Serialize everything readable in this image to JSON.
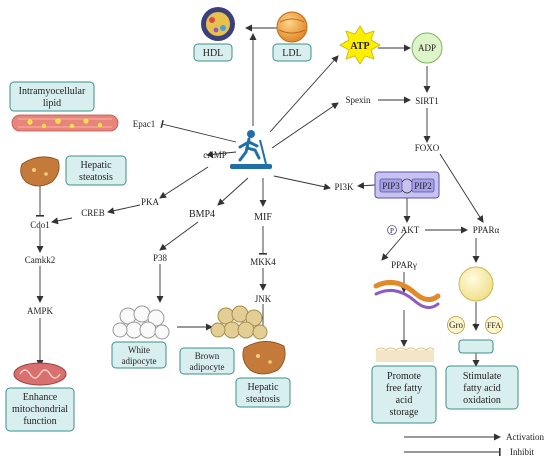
{
  "nodes": {
    "hdl": "HDL",
    "ldl": "LDL",
    "atp": "ATP",
    "adp": "ADP",
    "intramyocellular_lipid": [
      "Intramyocellular",
      "lipid"
    ],
    "epac1": "Epac1",
    "spexin": "Spexin",
    "sirt1": "SIRT1",
    "camp": "cAMP",
    "hepatic_steatosis_top": [
      "Hepatic",
      "steatosis"
    ],
    "foxo": "FOXO",
    "pka": "PKA",
    "creb": "CREB",
    "cdo1": "Cdo1",
    "bmp4": "BMP4",
    "mif": "MIF",
    "pi3k": "PI3K",
    "pip3": "PIP3",
    "pip2": "PIP2",
    "p_badge": "P",
    "akt": "AKT",
    "ppara": "PPARα",
    "camkk2": "Camkk2",
    "p38": "P38",
    "mkk4": "MKK4",
    "pparg": "PPARγ",
    "ampk": "AMPK",
    "jnk": "JNK",
    "white_adipocyte": [
      "White",
      "adipocyte"
    ],
    "brown_adipocyte": [
      "Brown",
      "adipocyte"
    ],
    "gro": "Gro",
    "plus": "+",
    "ffa": "FFA",
    "enhance_mito": [
      "Enhance",
      "mitochondrial",
      "function"
    ],
    "hepatic_steatosis_bottom": [
      "Hepatic",
      "steatosis"
    ],
    "promote_ffa": [
      "Promote",
      "free fatty",
      "acid",
      "storage"
    ],
    "stimulate_ffa": [
      "Stimulate",
      "fatty acid",
      "oxidation"
    ]
  },
  "legend": {
    "activation": "Activation",
    "inhibit": "Inhibit"
  },
  "colors": {
    "box_fill": "#d9efef",
    "box_border": "#3d8f8a",
    "atp_star": "#ffee00",
    "adp_circle": "#ddf5c8",
    "runner": "#1f6fa8",
    "liver": "#c47a3a",
    "pip_box": "#c7c2f0"
  },
  "icons": [
    "hdl-particle-icon",
    "ldl-particle-icon",
    "muscle-fiber-icon",
    "liver-icon",
    "runner-treadmill-icon",
    "adipocyte-cluster-icon",
    "mitochondrion-icon",
    "dna-strand-icon",
    "lipid-droplet-icon"
  ]
}
